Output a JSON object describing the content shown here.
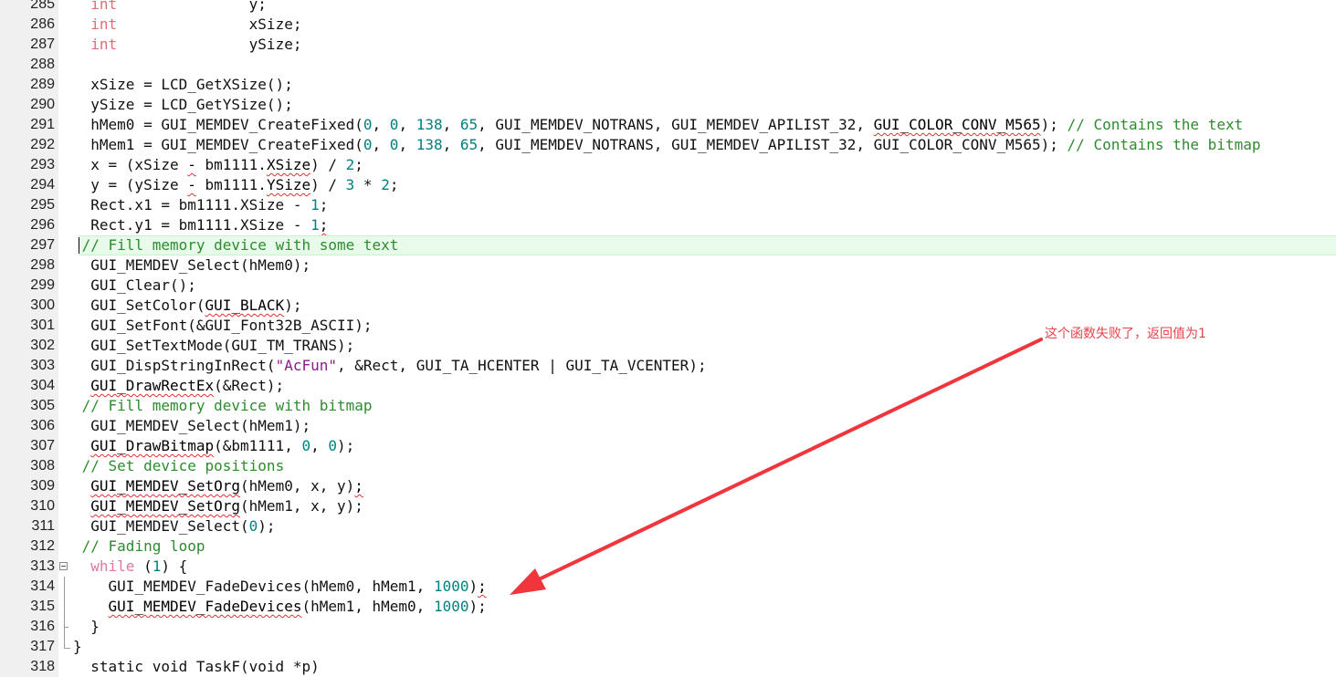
{
  "editor": {
    "annotation_text": "这个函数失败了，返回值为1",
    "accent_color": "#f0353c",
    "lines": [
      {
        "num": "285",
        "tokens": [
          {
            "t": "  ",
            "c": "pl"
          },
          {
            "t": "int",
            "c": "kw"
          },
          {
            "t": "               y;",
            "c": "pl"
          }
        ]
      },
      {
        "num": "286",
        "tokens": [
          {
            "t": "  ",
            "c": "pl"
          },
          {
            "t": "int",
            "c": "kw"
          },
          {
            "t": "               xSize;",
            "c": "pl"
          }
        ]
      },
      {
        "num": "287",
        "tokens": [
          {
            "t": "  ",
            "c": "pl"
          },
          {
            "t": "int",
            "c": "kw"
          },
          {
            "t": "               ySize;",
            "c": "pl"
          }
        ]
      },
      {
        "num": "288",
        "tokens": []
      },
      {
        "num": "289",
        "tokens": [
          {
            "t": "  xSize = LCD_GetXSize();",
            "c": "pl"
          }
        ]
      },
      {
        "num": "290",
        "tokens": [
          {
            "t": "  ySize = LCD_GetYSize();",
            "c": "pl"
          }
        ]
      },
      {
        "num": "291",
        "tokens": [
          {
            "t": "  hMem0 = GUI_MEMDEV_CreateFixed(",
            "c": "pl"
          },
          {
            "t": "0",
            "c": "num"
          },
          {
            "t": ", ",
            "c": "pl"
          },
          {
            "t": "0",
            "c": "num"
          },
          {
            "t": ", ",
            "c": "pl"
          },
          {
            "t": "138",
            "c": "num"
          },
          {
            "t": ", ",
            "c": "pl"
          },
          {
            "t": "65",
            "c": "num"
          },
          {
            "t": ", GUI_MEMDEV_NOTRANS, GUI_MEMDEV_APILIST_32, ",
            "c": "pl"
          },
          {
            "t": "GUI_COLOR_CONV_M565",
            "c": "sq"
          },
          {
            "t": "); ",
            "c": "pl"
          },
          {
            "t": "// Contains the text",
            "c": "cm"
          }
        ]
      },
      {
        "num": "292",
        "tokens": [
          {
            "t": "  hMem1 = GUI_MEMDEV_CreateFixed(",
            "c": "pl"
          },
          {
            "t": "0",
            "c": "num"
          },
          {
            "t": ", ",
            "c": "pl"
          },
          {
            "t": "0",
            "c": "num"
          },
          {
            "t": ", ",
            "c": "pl"
          },
          {
            "t": "138",
            "c": "num"
          },
          {
            "t": ", ",
            "c": "pl"
          },
          {
            "t": "65",
            "c": "num"
          },
          {
            "t": ", GUI_MEMDEV_NOTRANS, GUI_MEMDEV_APILIST_32, GUI_COLOR_CONV_M565); ",
            "c": "pl"
          },
          {
            "t": "// Contains the bitmap",
            "c": "cm"
          }
        ]
      },
      {
        "num": "293",
        "tokens": [
          {
            "t": "  x = (xSize ",
            "c": "pl"
          },
          {
            "t": "-",
            "c": "sq"
          },
          {
            "t": " bm1111.",
            "c": "pl"
          },
          {
            "t": "XSize",
            "c": "sq"
          },
          {
            "t": ") / ",
            "c": "pl"
          },
          {
            "t": "2",
            "c": "num"
          },
          {
            "t": ";",
            "c": "pl"
          }
        ]
      },
      {
        "num": "294",
        "tokens": [
          {
            "t": "  y = (ySize ",
            "c": "pl"
          },
          {
            "t": "-",
            "c": "sq"
          },
          {
            "t": " bm1111.",
            "c": "pl"
          },
          {
            "t": "YSize",
            "c": "sq"
          },
          {
            "t": ") / ",
            "c": "pl"
          },
          {
            "t": "3",
            "c": "num"
          },
          {
            "t": " * ",
            "c": "pl"
          },
          {
            "t": "2",
            "c": "num"
          },
          {
            "t": ";",
            "c": "pl"
          }
        ]
      },
      {
        "num": "295",
        "tokens": [
          {
            "t": "  Rect.x1 = bm1111.XSize - ",
            "c": "pl"
          },
          {
            "t": "1",
            "c": "num"
          },
          {
            "t": ";",
            "c": "pl"
          }
        ]
      },
      {
        "num": "296",
        "tokens": [
          {
            "t": "  Rect.y1 = bm1111.XSize - ",
            "c": "pl"
          },
          {
            "t": "1",
            "c": "num"
          },
          {
            "t": ";",
            "c": "sq"
          }
        ]
      },
      {
        "num": "297",
        "highlight": true,
        "tokens": [
          {
            "t": " ",
            "c": "pl"
          },
          {
            "t": "// Fill memory device with some text",
            "c": "cm"
          }
        ]
      },
      {
        "num": "298",
        "tokens": [
          {
            "t": "  GUI_MEMDEV_Select(hMem0);",
            "c": "pl"
          }
        ]
      },
      {
        "num": "299",
        "tokens": [
          {
            "t": "  GUI_Clear();",
            "c": "pl"
          }
        ]
      },
      {
        "num": "300",
        "tokens": [
          {
            "t": "  GUI_SetColor(",
            "c": "pl"
          },
          {
            "t": "GUI_BLACK",
            "c": "sq"
          },
          {
            "t": ");",
            "c": "pl"
          }
        ]
      },
      {
        "num": "301",
        "tokens": [
          {
            "t": "  GUI_SetFont(&GUI_Font32B_ASCII);",
            "c": "pl"
          }
        ]
      },
      {
        "num": "302",
        "tokens": [
          {
            "t": "  GUI_SetTextMode(GUI_TM_TRANS);",
            "c": "pl"
          }
        ]
      },
      {
        "num": "303",
        "tokens": [
          {
            "t": "  GUI_DispStringInRect(",
            "c": "pl"
          },
          {
            "t": "\"AcFun\"",
            "c": "str"
          },
          {
            "t": ", &Rect, GUI_TA_HCENTER | GUI_TA_VCENTER);",
            "c": "pl"
          }
        ]
      },
      {
        "num": "304",
        "tokens": [
          {
            "t": "  ",
            "c": "pl"
          },
          {
            "t": "GUI_DrawRectEx",
            "c": "sq"
          },
          {
            "t": "(&Rect);",
            "c": "pl"
          }
        ]
      },
      {
        "num": "305",
        "tokens": [
          {
            "t": " ",
            "c": "pl"
          },
          {
            "t": "// Fill memory device with bitmap",
            "c": "cm"
          }
        ]
      },
      {
        "num": "306",
        "tokens": [
          {
            "t": "  GUI_MEMDEV_Select(hMem1);",
            "c": "pl"
          }
        ]
      },
      {
        "num": "307",
        "tokens": [
          {
            "t": "  ",
            "c": "pl"
          },
          {
            "t": "GUI_DrawBitmap",
            "c": "sq"
          },
          {
            "t": "(&bm1111, ",
            "c": "pl"
          },
          {
            "t": "0",
            "c": "num"
          },
          {
            "t": ", ",
            "c": "pl"
          },
          {
            "t": "0",
            "c": "num"
          },
          {
            "t": ");",
            "c": "pl"
          }
        ]
      },
      {
        "num": "308",
        "tokens": [
          {
            "t": " ",
            "c": "pl"
          },
          {
            "t": "// Set device positions",
            "c": "cm"
          }
        ]
      },
      {
        "num": "309",
        "tokens": [
          {
            "t": "  ",
            "c": "pl"
          },
          {
            "t": "GUI_MEMDEV_SetOrg",
            "c": "sq"
          },
          {
            "t": "(hMem0, x, y)",
            "c": "pl"
          },
          {
            "t": ";",
            "c": "sq"
          }
        ]
      },
      {
        "num": "310",
        "tokens": [
          {
            "t": "  ",
            "c": "pl"
          },
          {
            "t": "GUI_MEMDEV_SetOrg",
            "c": "sq"
          },
          {
            "t": "(hMem1, x, y);",
            "c": "pl"
          }
        ]
      },
      {
        "num": "311",
        "tokens": [
          {
            "t": "  GUI_MEMDEV_Select(",
            "c": "pl"
          },
          {
            "t": "0",
            "c": "num"
          },
          {
            "t": ");",
            "c": "pl"
          }
        ]
      },
      {
        "num": "312",
        "tokens": [
          {
            "t": " ",
            "c": "pl"
          },
          {
            "t": "// Fading loop",
            "c": "cm"
          }
        ]
      },
      {
        "num": "313",
        "fold": "open",
        "tokens": [
          {
            "t": "  ",
            "c": "pl"
          },
          {
            "t": "while",
            "c": "kw2"
          },
          {
            "t": " (",
            "c": "pl"
          },
          {
            "t": "1",
            "c": "num"
          },
          {
            "t": ") {",
            "c": "pl"
          }
        ]
      },
      {
        "num": "314",
        "fold": "line",
        "tokens": [
          {
            "t": "    GUI_MEMDEV_FadeDevices(hMem0, hMem1, ",
            "c": "pl"
          },
          {
            "t": "1000",
            "c": "num"
          },
          {
            "t": ")",
            "c": "pl"
          },
          {
            "t": ";",
            "c": "sq"
          }
        ]
      },
      {
        "num": "315",
        "fold": "line",
        "tokens": [
          {
            "t": "    ",
            "c": "pl"
          },
          {
            "t": "GUI_MEMDEV_FadeDevices",
            "c": "sq"
          },
          {
            "t": "(hMem1, hMem0, ",
            "c": "pl"
          },
          {
            "t": "1000",
            "c": "num"
          },
          {
            "t": ");",
            "c": "pl"
          }
        ]
      },
      {
        "num": "316",
        "fold": "dash",
        "tokens": [
          {
            "t": "  }",
            "c": "pl"
          }
        ]
      },
      {
        "num": "317",
        "fold": "end",
        "tokens": [
          {
            "t": "}",
            "c": "pl"
          }
        ]
      },
      {
        "num": "318",
        "tokens": [
          {
            "t": "  static void TaskF(void *p)",
            "c": "pl"
          }
        ]
      }
    ]
  }
}
